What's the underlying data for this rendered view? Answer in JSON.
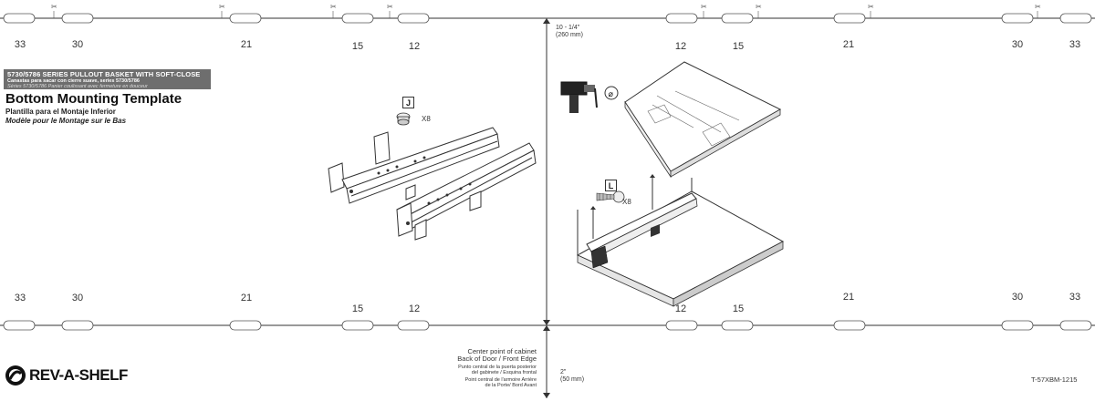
{
  "measurements_top_left": [
    "33",
    "30",
    "21",
    "15",
    "12"
  ],
  "measurements_top_right": [
    "12",
    "15",
    "21",
    "30",
    "33"
  ],
  "measurements_bottom_left": [
    "33",
    "30",
    "21",
    "15",
    "12"
  ],
  "measurements_bottom_right": [
    "12",
    "15",
    "21",
    "30",
    "33"
  ],
  "header": {
    "series_title": "5730/5786 SERIES PULLOUT BASKET WITH SOFT-CLOSE",
    "series_title_es": "Canastas para sacar con cierre suave, series 5730/5786",
    "series_title_fr": "Séries 5730/5786 Panier coulissant avec fermeture en douceur",
    "main_title": "Bottom Mounting Template",
    "title_es": "Plantilla para el Montaje Inferior",
    "title_fr": "Modèle pour le Montage sur le Bas"
  },
  "hardware": {
    "j_label": "J",
    "j_qty": "X8",
    "l_label": "L",
    "l_qty": "X8"
  },
  "center_dimension": {
    "value": "10 - 1/4\"",
    "metric": "(260 mm)"
  },
  "center_note": {
    "line1": "Center point of cabinet",
    "line2": "Back of Door / Front Edge",
    "es1": "Punto central de la puerta posterior",
    "es2": "del gabinete / Esquina frontal",
    "fr1": "Point central de l'armoire Arrière",
    "fr2": "de la Porte/ Bord Avant"
  },
  "bottom_dimension": {
    "value": "2\"",
    "metric": "(50 mm)"
  },
  "brand": {
    "name": "REV-A-SHELF"
  },
  "doc_code": "T-57XBM-1215",
  "colors": {
    "header_bar": "#6e6e6e",
    "line": "#333333"
  }
}
